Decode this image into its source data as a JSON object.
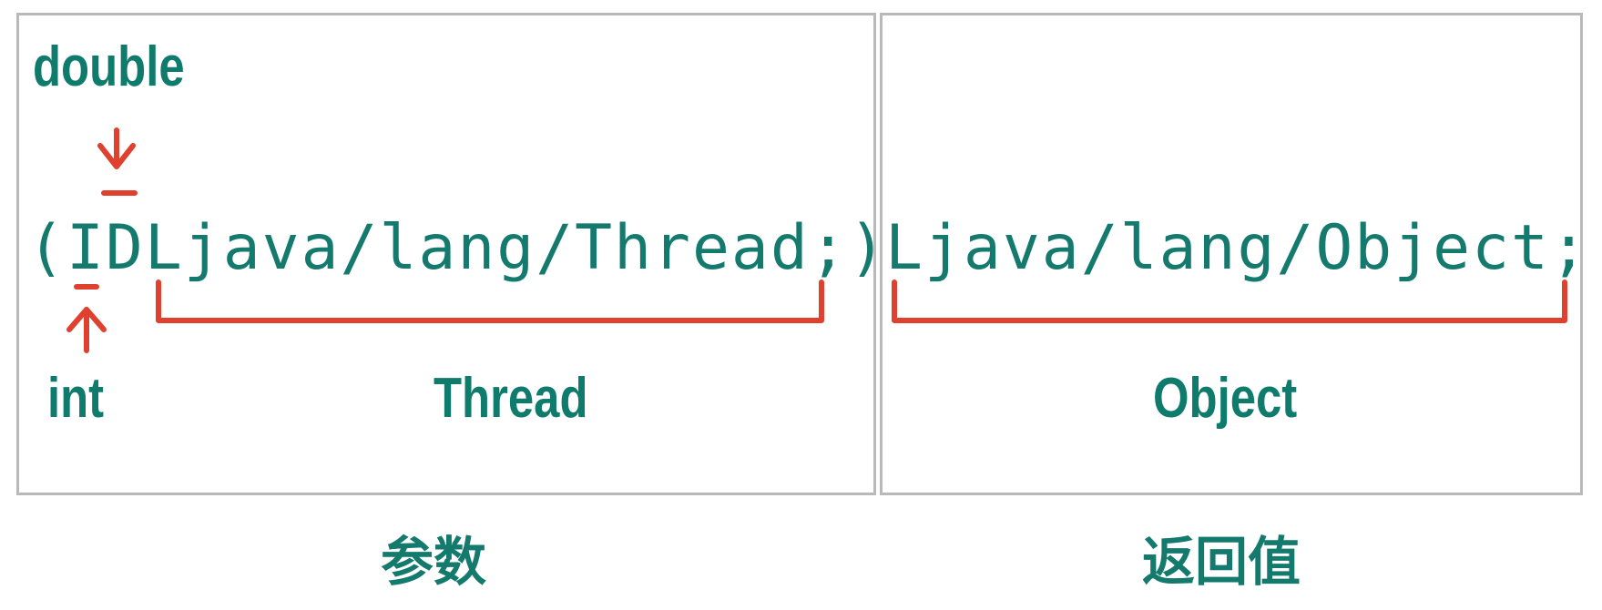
{
  "signature": {
    "params_text": "(IDLjava/lang/Thread;)",
    "return_text": "Ljava/lang/Object;"
  },
  "annotations": {
    "double_label": "double",
    "int_label": "int",
    "thread_label": "Thread",
    "object_label": "Object"
  },
  "captions": {
    "params": "参数",
    "return_value": "返回值"
  },
  "colors": {
    "text_teal": "#157a6e",
    "marker_red": "#e0402e",
    "box_border": "#b9b9b9"
  }
}
